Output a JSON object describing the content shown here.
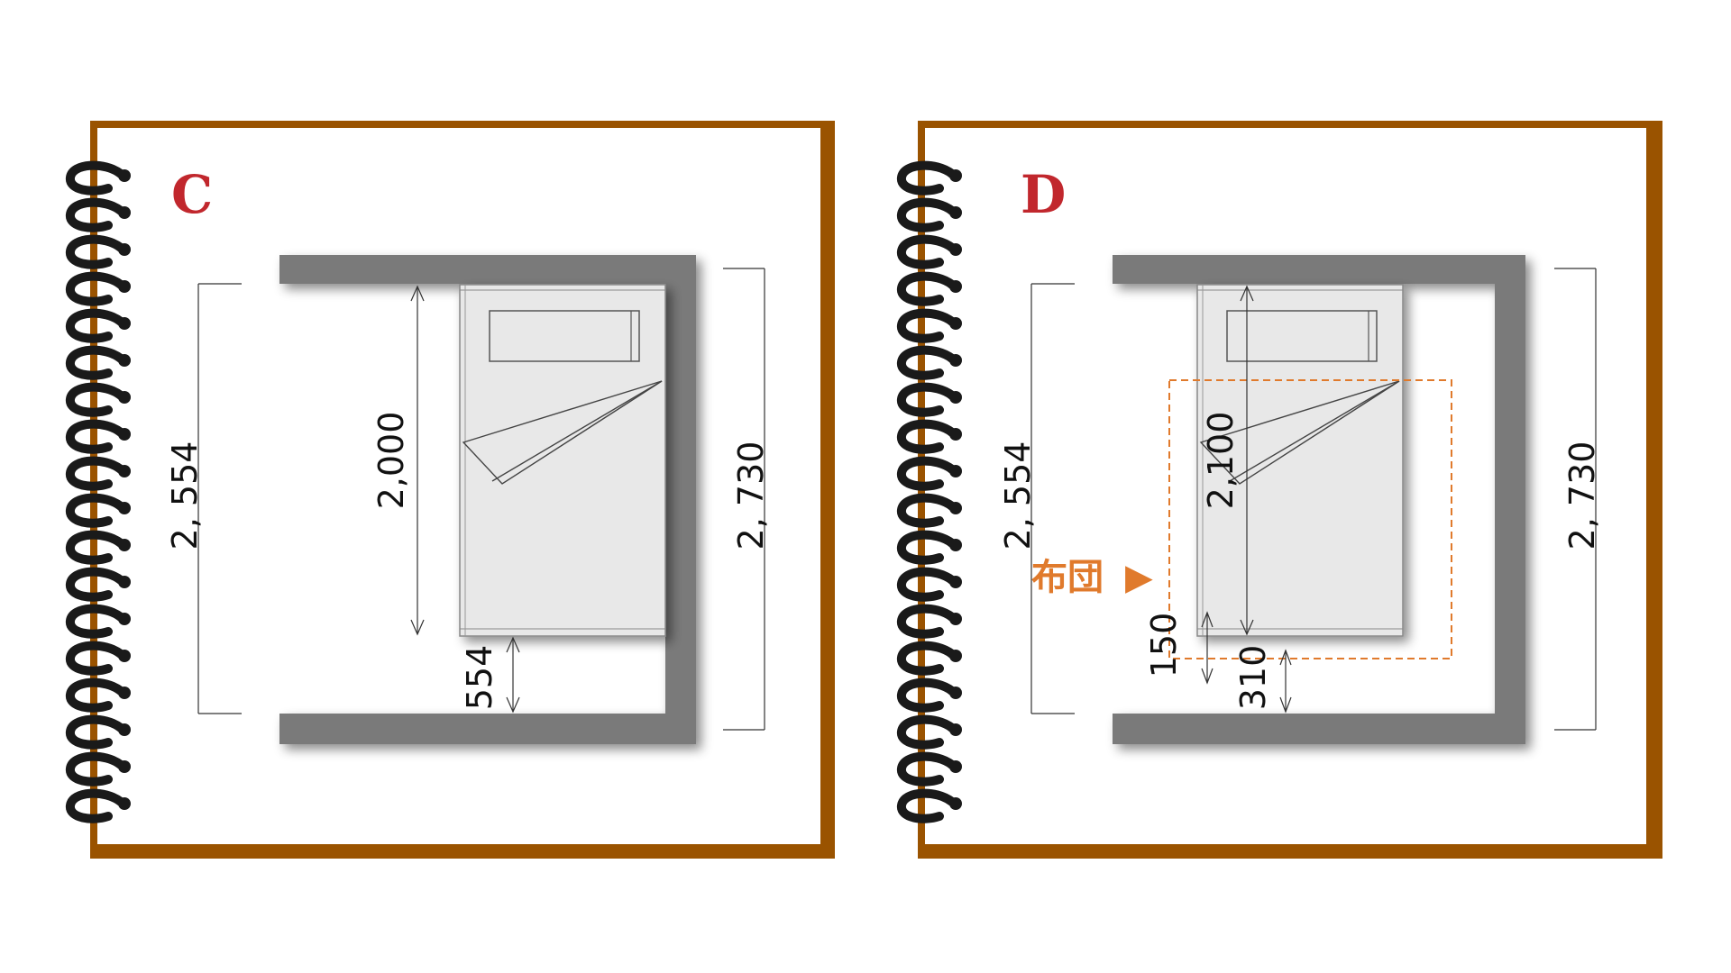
{
  "panels": [
    {
      "label": "C",
      "dims": {
        "room_depth": "2, 554",
        "bed_length": "2,000",
        "gap": "554",
        "outer_depth": "2, 730"
      }
    },
    {
      "label": "D",
      "dims": {
        "room_depth": "2, 554",
        "bed_length": "2,100",
        "futon_gap": "150",
        "gap": "310",
        "outer_depth": "2, 730"
      },
      "futon_label": "布団",
      "futon_arrow": "▶"
    }
  ],
  "colors": {
    "frame": "#9a5300",
    "wall": "#7a7a7a",
    "label": "#c1272d",
    "futon": "#e07a2c",
    "bed": "#e8e8e8",
    "ring": "#1a1a1a"
  },
  "icons": [
    "spiral-binding-rings",
    "triangle-arrow-icon"
  ]
}
